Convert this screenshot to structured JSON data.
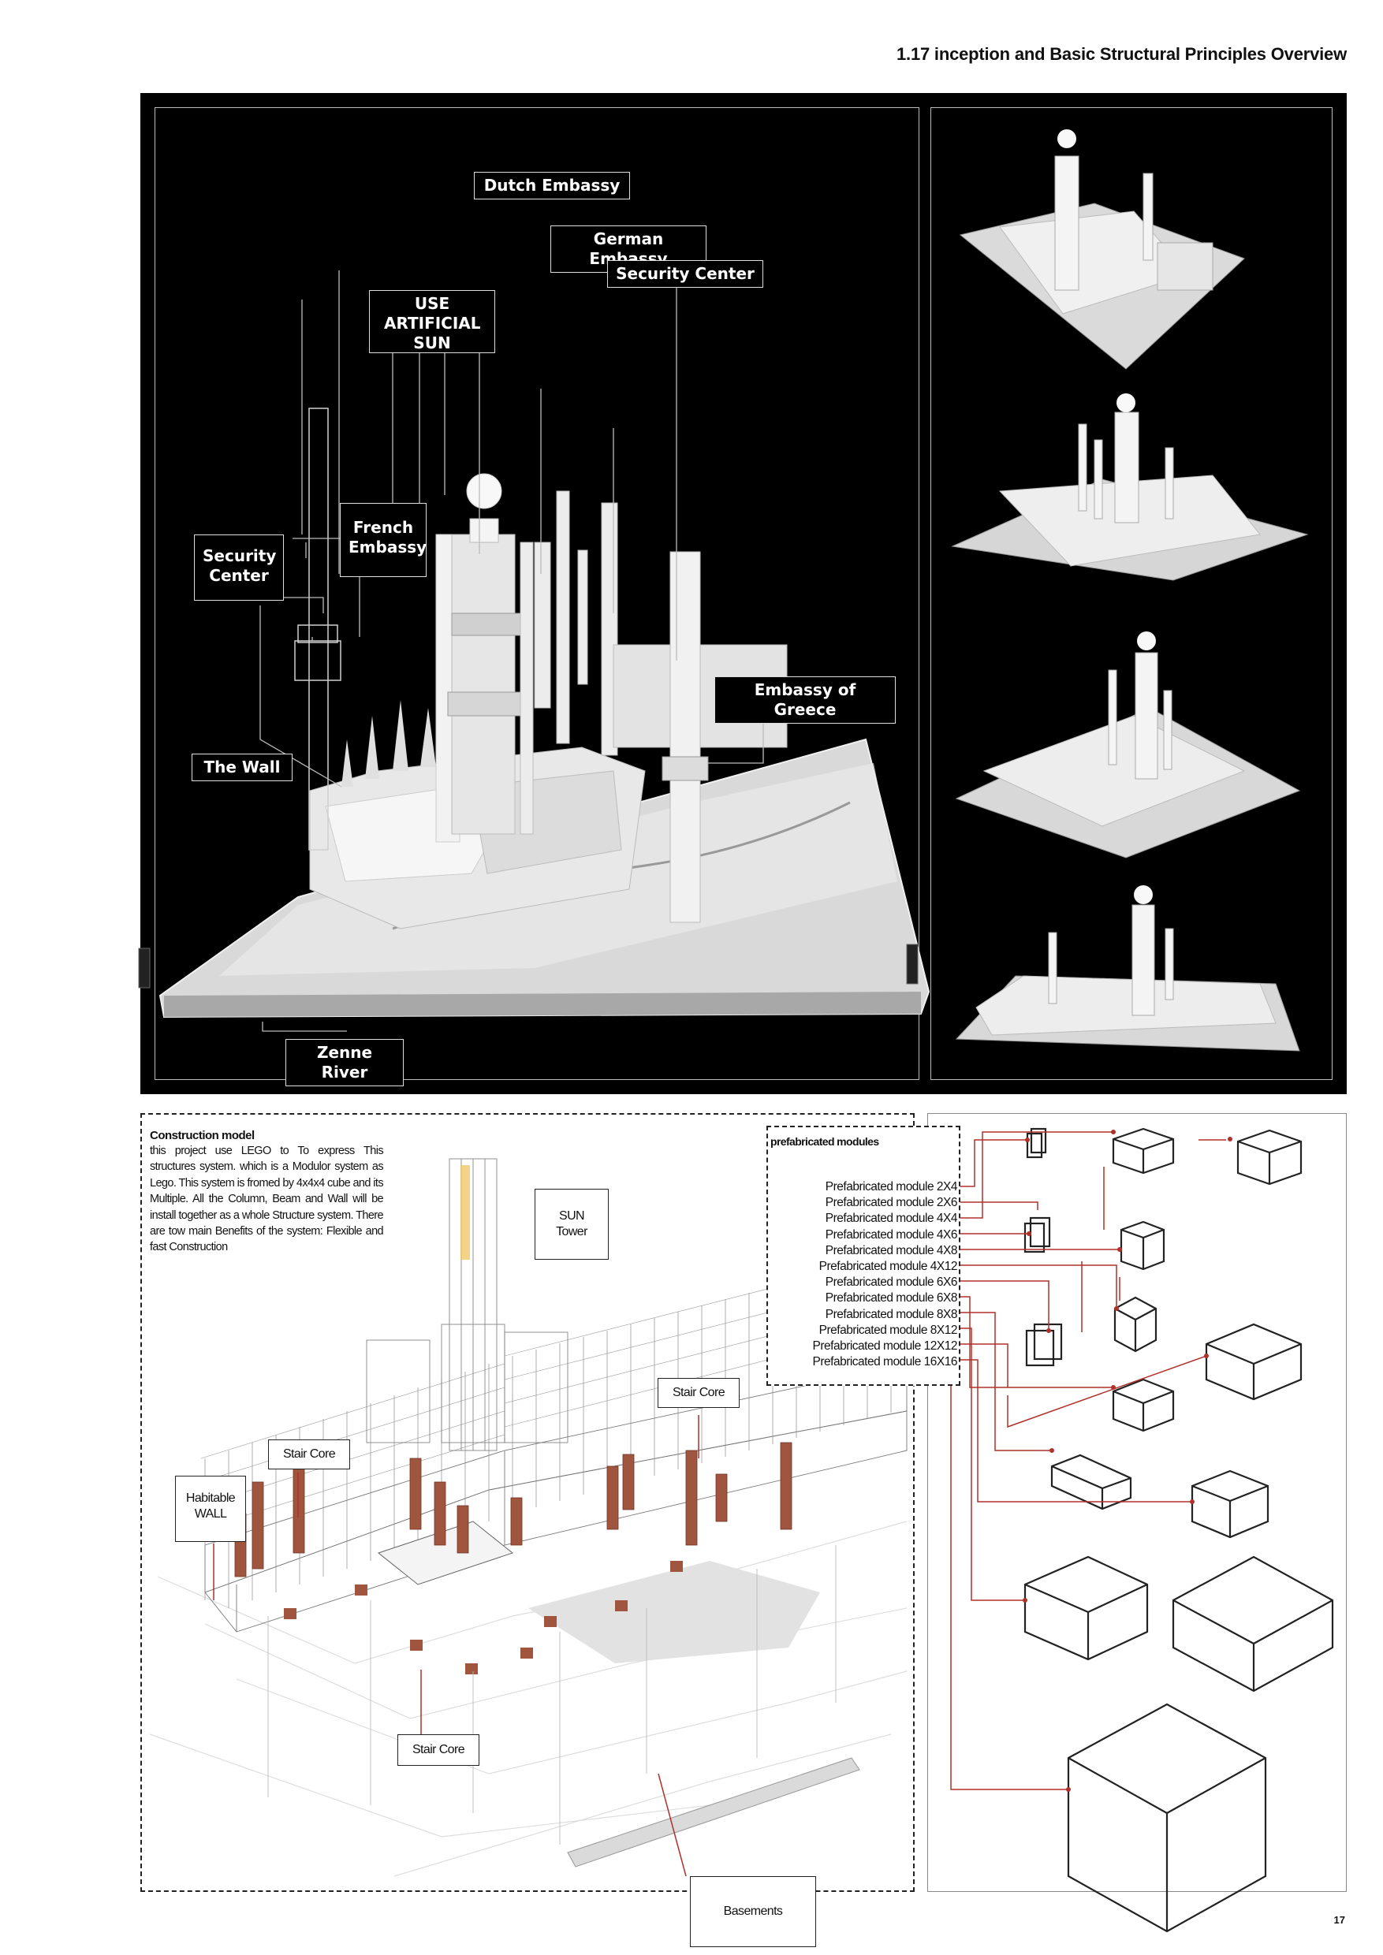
{
  "header": {
    "title": "1.17 inception and Basic Structural Principles Overview"
  },
  "model_labels": {
    "dutch_embassy": "Dutch Embassy",
    "german_embassy": "German Embassy",
    "security_center_top": "Security Center",
    "artificial_sun": "USE ARTIFICIAL SUN",
    "french_embassy": "French Embassy",
    "security_center_left": "Security Center",
    "embassy_greece": "Embassy of Greece",
    "the_wall": "The Wall",
    "zenne_river": "Zenne River"
  },
  "construction": {
    "title": "Construction model",
    "text": "this project use LEGO to To express This structures system. which is a Modulor system as Lego. This system is fromed by 4x4x4 cube and its Multiple. All the Column, Beam and Wall will be install together as a whole Structure system. There are tow main Benefits of the system: Flexible and fast Construction"
  },
  "axon_labels": {
    "sun_tower": "SUN Tower",
    "stair_core_right": "Stair Core",
    "stair_core_left": "Stair Core",
    "habitable_wall": "Habitable WALL",
    "stair_core_bottom": "Stair Core",
    "basements": "Basements"
  },
  "prefab": {
    "title": "prefabricated modules",
    "modules": [
      "Prefabricated module 2X4",
      "Prefabricated module 2X6",
      "Prefabricated module 4X4",
      "Prefabricated module 4X6",
      "Prefabricated module 4X8",
      "Prefabricated module 4X12",
      "Prefabricated module 6X6",
      "Prefabricated module 6X8",
      "Prefabricated module 8X8",
      "Prefabricated module 8X12",
      "Prefabricated module 12X12",
      "Prefabricated module 16X16"
    ]
  },
  "colors": {
    "accent_red": "#b0302a",
    "brick": "#a0553f",
    "panel": "#000000"
  },
  "page_number": "17"
}
